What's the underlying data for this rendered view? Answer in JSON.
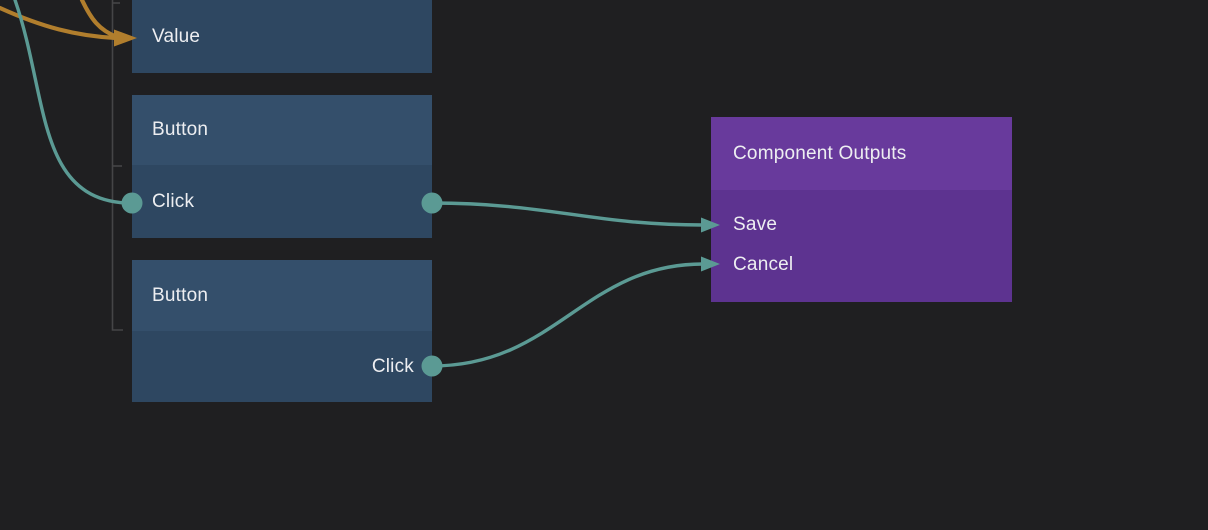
{
  "editor": {
    "kind": "node-graph-editor"
  },
  "nodes": {
    "value_node": {
      "ports": [
        {
          "label": "Value"
        }
      ]
    },
    "button_node_1": {
      "title": "Button",
      "ports": [
        {
          "label": "Click"
        }
      ]
    },
    "button_node_2": {
      "title": "Button",
      "ports": [
        {
          "label": "Click"
        }
      ]
    },
    "component_outputs_node": {
      "title": "Component Outputs",
      "ports": [
        {
          "label": "Save"
        },
        {
          "label": "Cancel"
        }
      ]
    }
  },
  "colors": {
    "background": "#1f1f21",
    "slate_header": "#344f6b",
    "slate_body": "#2e4761",
    "purple_header": "#683a9c",
    "purple_body": "#5d3390",
    "teal": "#5b9a94",
    "orange": "#b17e2d",
    "guide": "#454547",
    "text": "#edeef1"
  }
}
